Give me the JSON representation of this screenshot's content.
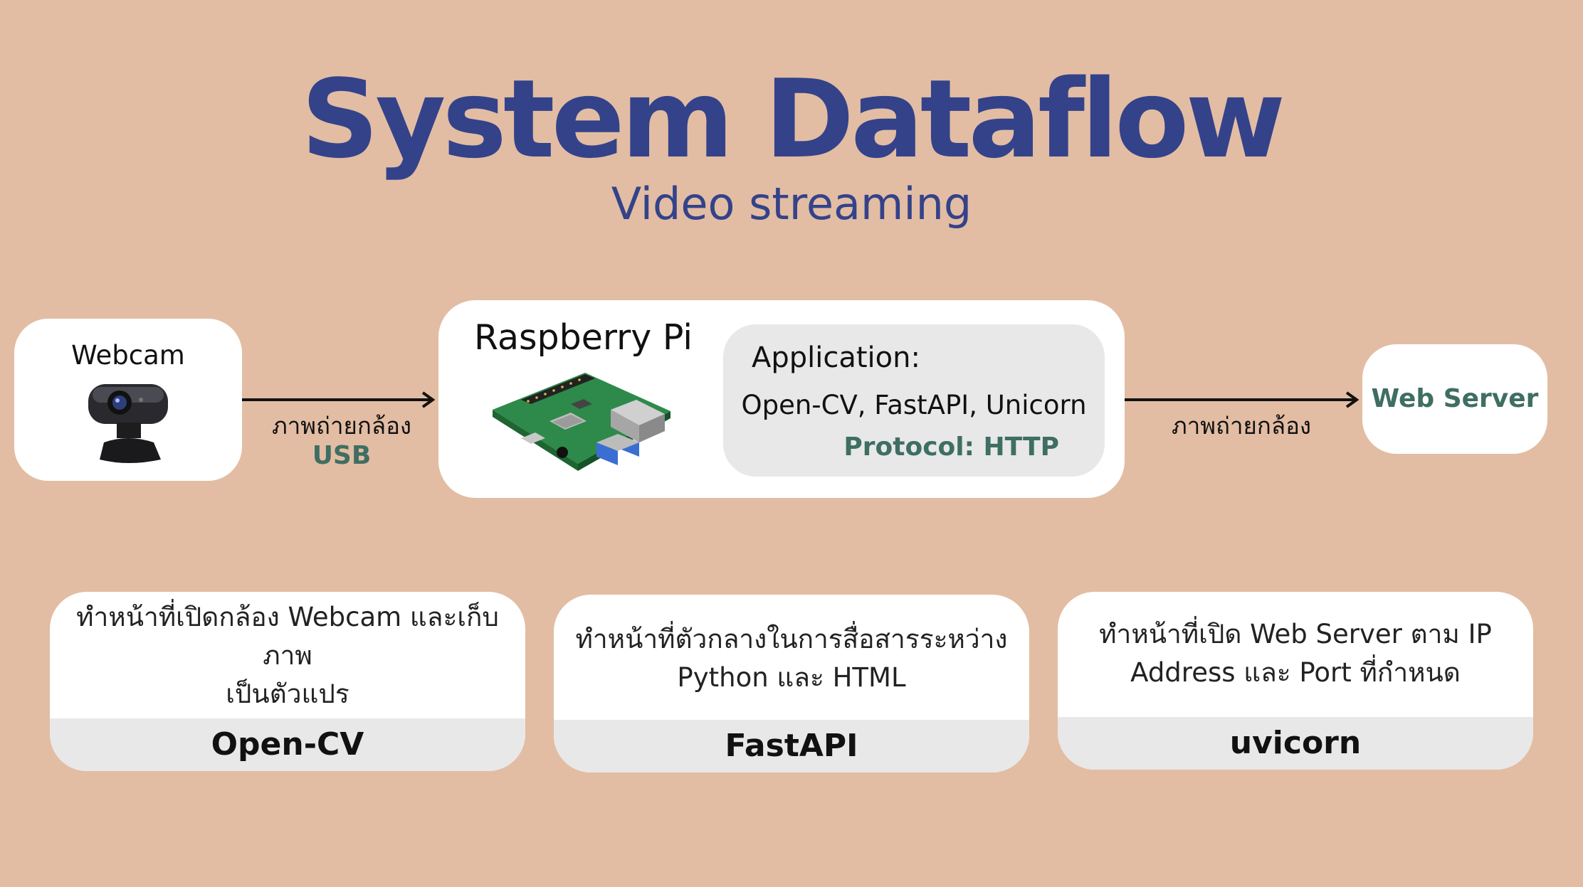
{
  "title": "System Dataflow",
  "subtitle": "Video streaming",
  "webcam": {
    "label": "Webcam",
    "icon": "webcam-icon"
  },
  "link1": {
    "text": "ภาพถ่ายกล้อง",
    "sub": "USB"
  },
  "raspberry": {
    "label": "Raspberry Pi",
    "icon": "raspberry-pi-board-icon",
    "app_title": "Application:",
    "app_list": "Open-CV, FastAPI, Unicorn",
    "protocol": "Protocol: HTTP"
  },
  "link2": {
    "text": "ภาพถ่ายกล้อง"
  },
  "web_server": {
    "label": "Web Server"
  },
  "cards": [
    {
      "desc_line1": "ทำหน้าที่เปิดกล้อง Webcam และเก็บภาพ",
      "desc_line2": "เป็นตัวแปร",
      "name": "Open-CV"
    },
    {
      "desc_line1": "ทำหน้าที่ตัวกลางในการสื่อสารระหว่าง",
      "desc_line2": "Python และ HTML",
      "name": "FastAPI"
    },
    {
      "desc_line1": "ทำหน้าที่เปิด Web Server ตาม IP",
      "desc_line2": "Address และ Port ที่กำหนด",
      "name": "uvicorn"
    }
  ],
  "colors": {
    "background": "#e2bda3",
    "title": "#34428a",
    "accent_green": "#3f6e62"
  }
}
